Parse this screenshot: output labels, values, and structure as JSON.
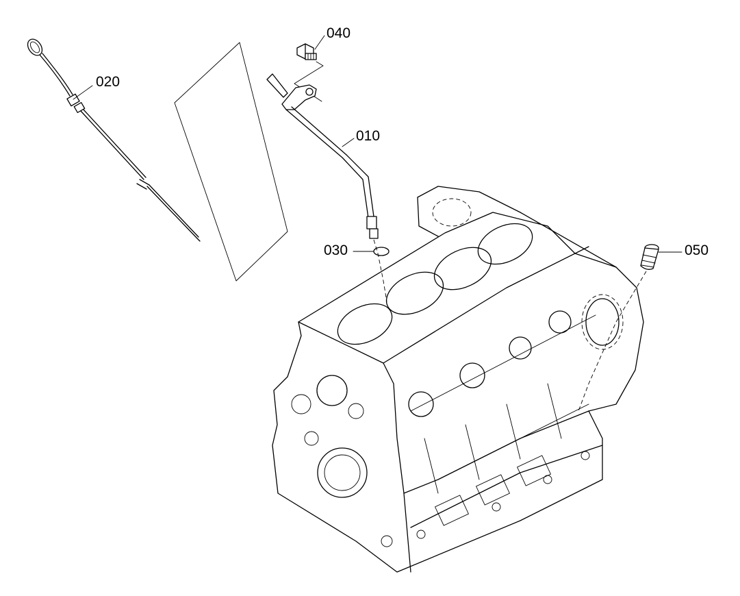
{
  "callouts": {
    "p010": "010",
    "p020": "020",
    "p030": "030",
    "p040": "040",
    "p050": "050"
  },
  "colors": {
    "line": "#000000",
    "background": "#ffffff"
  }
}
